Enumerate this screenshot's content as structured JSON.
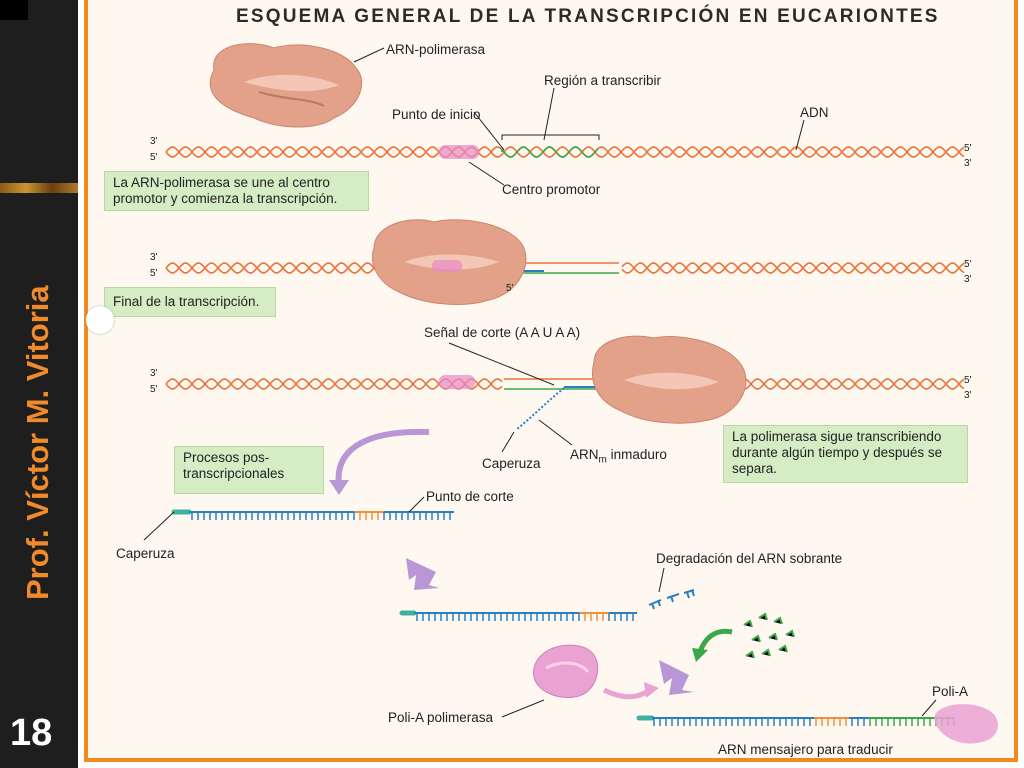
{
  "slide": {
    "author": "Prof. Víctor M. Vitoria",
    "page_number": "18",
    "title": "ESQUEMA GENERAL DE LA TRANSCRIPCIÓN EN EUCARIONTES"
  },
  "labels": {
    "arn_polimerasa": "ARN-polimerasa",
    "region_transcribir": "Región a transcribir",
    "punto_inicio": "Punto de inicio",
    "adn": "ADN",
    "centro_promotor": "Centro promotor",
    "senal_corte": "Señal de corte (A A U A A)",
    "caperuza_1": "Caperuza",
    "arnm_prefix": "ARN",
    "arnm_sub": "m",
    "arnm_suffix": " inmaduro",
    "punto_corte": "Punto de corte",
    "caperuza_2": "Caperuza",
    "degradacion": "Degradación del ARN sobrante",
    "poli_a": "Poli-A",
    "poli_a_polimerasa": "Poli-A polimerasa",
    "arn_mensajero": "ARN mensajero para traducir"
  },
  "notes": {
    "note1": "La ARN-polimerasa se une al centro promotor y comienza la transcripción.",
    "note2": "Final de la transcripción.",
    "note3": "La polimerasa sigue transcribiendo durante algún tiempo y después se separa.",
    "note4": "Procesos pos-transcripcionales"
  },
  "strand_ends": {
    "three_prime": "3'",
    "five_prime": "5'"
  },
  "colors": {
    "frame": "#f08a1e",
    "dna": "#e8743a",
    "promoter": "#e889c8",
    "rna": "#2a7fc1",
    "cap": "#3bb3a0",
    "cut_segment": "#f0903a",
    "poly_a": "#3aa84a",
    "polymerase": "#e3a189",
    "note_bg": "#d6ecc4",
    "arrow": "#b997d6"
  }
}
